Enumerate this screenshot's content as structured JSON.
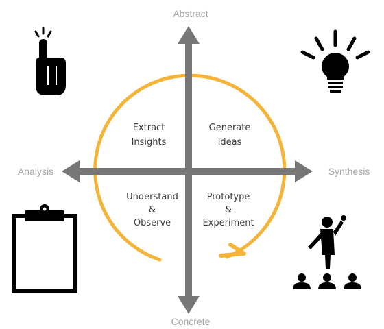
{
  "axes": {
    "top": "Abstract",
    "bottom": "Concrete",
    "left": "Analysis",
    "right": "Synthesis"
  },
  "quadrants": {
    "top_left": [
      "Extract",
      "Insights"
    ],
    "top_right": [
      "Generate",
      "Ideas"
    ],
    "bottom_left": [
      "Understand",
      "&",
      "Observe"
    ],
    "bottom_right": [
      "Prototype",
      "&",
      "Experiment"
    ]
  },
  "icons": {
    "top_left": "pointing-hand-icon",
    "top_right": "lightbulb-icon",
    "bottom_left": "clipboard-icon",
    "bottom_right": "presenter-audience-icon"
  },
  "colors": {
    "cycle": "#f4b43a",
    "axis": "#777777",
    "axis_label": "#a6a6a6",
    "icon": "#000000"
  }
}
